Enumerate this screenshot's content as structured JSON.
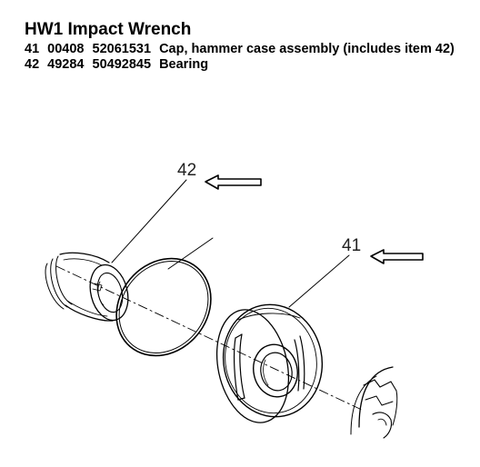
{
  "title": "HW1 Impact Wrench",
  "parts": [
    {
      "item": "41",
      "part_a": "00408",
      "part_b": "52061531",
      "description": "Cap, hammer case assembly (includes item 42)"
    },
    {
      "item": "42",
      "part_a": "49284",
      "part_b": "50492845",
      "description": "Bearing"
    }
  ],
  "callouts": {
    "bearing_label": "42",
    "cap_label": "41"
  },
  "colors": {
    "line": "#000000",
    "background": "#ffffff"
  }
}
